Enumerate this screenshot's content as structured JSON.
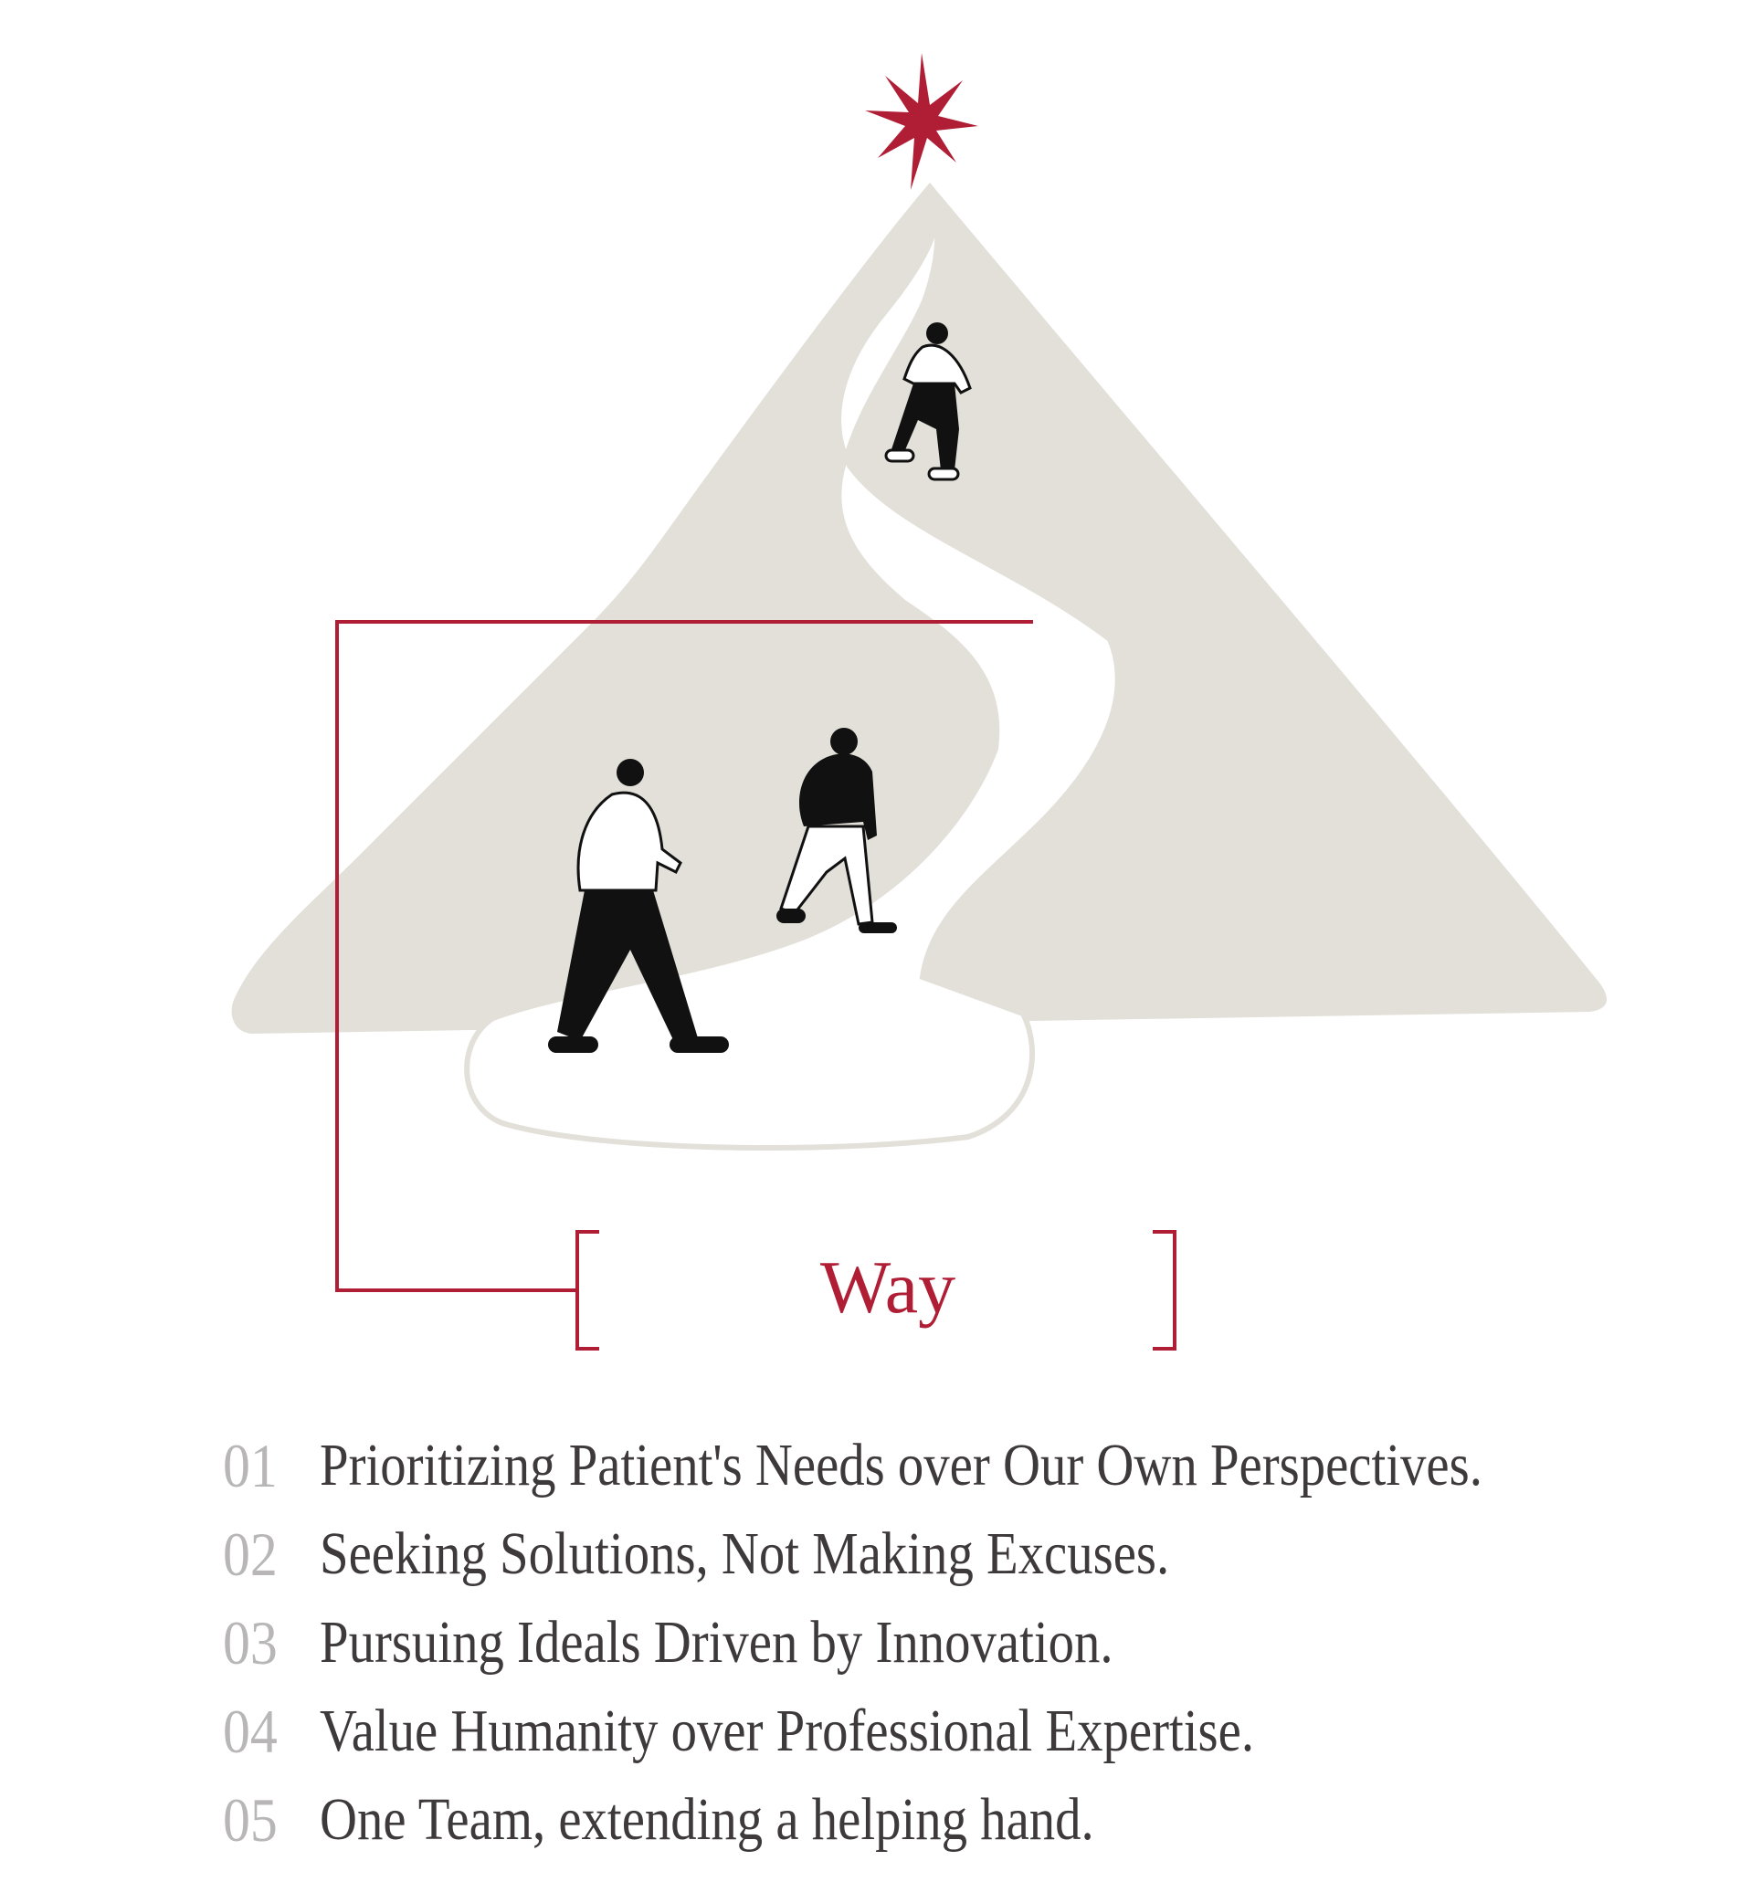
{
  "title": "Way",
  "colors": {
    "accent": "#b01e36",
    "mountain": "#e2e0d9",
    "number": "#b8b6b7",
    "text": "#3e3a3b"
  },
  "illustration": {
    "icons": [
      "star-icon",
      "mountain",
      "path",
      "climber-figures"
    ]
  },
  "values": [
    {
      "number": "01",
      "text": "Prioritizing Patient's Needs over Our Own Perspectives."
    },
    {
      "number": "02",
      "text": "Seeking Solutions, Not Making Excuses."
    },
    {
      "number": "03",
      "text": "Pursuing Ideals Driven by Innovation."
    },
    {
      "number": "04",
      "text": "Value Humanity over Professional Expertise."
    },
    {
      "number": "05",
      "text": "One Team, extending a helping hand."
    }
  ]
}
